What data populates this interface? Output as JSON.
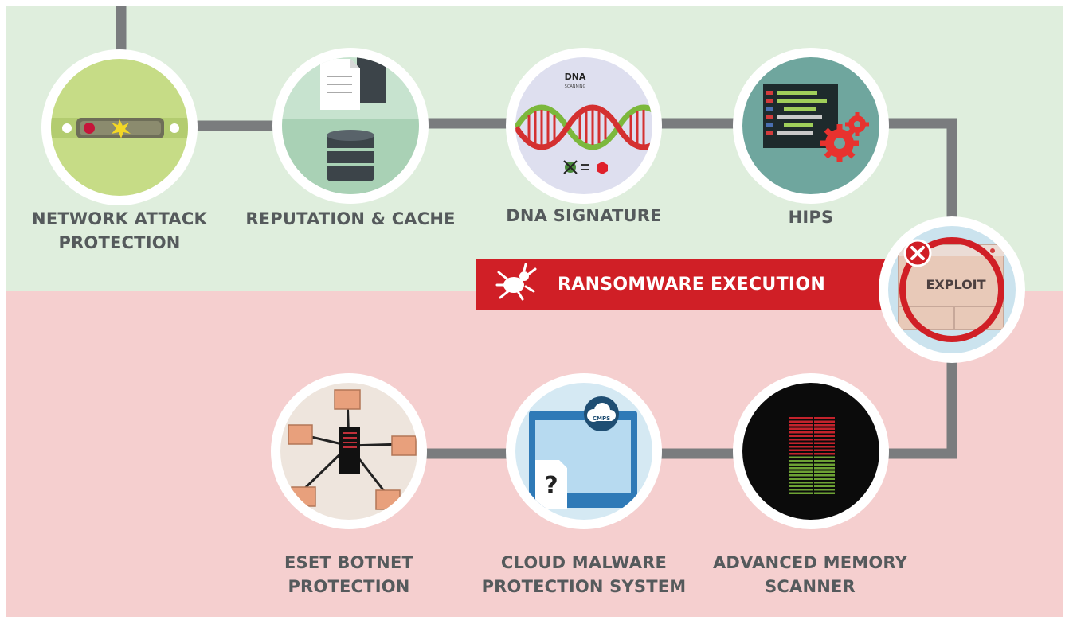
{
  "diagram": {
    "steps_top": [
      {
        "id": "network",
        "label": "NETWORK ATTACK\nPROTECTION"
      },
      {
        "id": "reputation",
        "label": "REPUTATION & CACHE"
      },
      {
        "id": "dna",
        "label": "DNA SIGNATURE",
        "icon_title": "DNA",
        "icon_subtitle": "SCANNING"
      },
      {
        "id": "hips",
        "label": "HIPS"
      }
    ],
    "banner": {
      "label": "RANSOMWARE EXECUTION"
    },
    "exploit": {
      "label": "EXPLOIT"
    },
    "steps_bottom": [
      {
        "id": "botnet",
        "label": "ESET BOTNET\nPROTECTION"
      },
      {
        "id": "cloud",
        "label": "CLOUD MALWARE\nPROTECTION SYSTEM",
        "icon_text": "CMPS",
        "question": "?"
      },
      {
        "id": "memory",
        "label": "ADVANCED MEMORY\nSCANNER"
      }
    ],
    "colors": {
      "top_band": "#dfeedd",
      "bottom_band": "#f5cfcf",
      "connector": "#7a7c7e",
      "banner_red": "#d01f26",
      "label_gray": "#555a5c"
    }
  }
}
